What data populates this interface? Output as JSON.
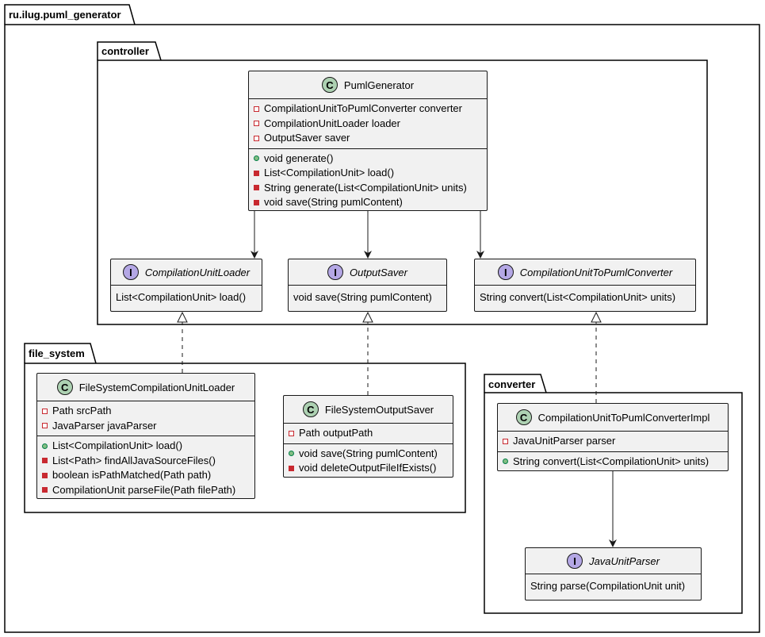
{
  "packages": {
    "root": "ru.ilug.puml_generator",
    "controller": "controller",
    "file_system": "file_system",
    "converter": "converter"
  },
  "classes": {
    "puml_generator": {
      "name": "PumlGenerator",
      "fields": [
        "CompilationUnitToPumlConverter converter",
        "CompilationUnitLoader loader",
        "OutputSaver saver"
      ],
      "methods": [
        {
          "vis": "public",
          "text": "void generate()"
        },
        {
          "vis": "private",
          "text": "List<CompilationUnit> load()"
        },
        {
          "vis": "private",
          "text": "String generate(List<CompilationUnit> units)"
        },
        {
          "vis": "private",
          "text": "void save(String pumlContent)"
        }
      ]
    },
    "compilation_unit_loader": {
      "name": "CompilationUnitLoader",
      "methods": [
        "List<CompilationUnit> load()"
      ]
    },
    "output_saver": {
      "name": "OutputSaver",
      "methods": [
        "void save(String pumlContent)"
      ]
    },
    "compilation_unit_to_puml_converter": {
      "name": "CompilationUnitToPumlConverter",
      "methods": [
        "String convert(List<CompilationUnit> units)"
      ]
    },
    "file_system_compilation_unit_loader": {
      "name": "FileSystemCompilationUnitLoader",
      "fields": [
        "Path srcPath",
        "JavaParser javaParser"
      ],
      "methods": [
        {
          "vis": "public",
          "text": "List<CompilationUnit> load()"
        },
        {
          "vis": "private",
          "text": "List<Path> findAllJavaSourceFiles()"
        },
        {
          "vis": "private",
          "text": "boolean isPathMatched(Path path)"
        },
        {
          "vis": "private",
          "text": "CompilationUnit parseFile(Path filePath)"
        }
      ]
    },
    "file_system_output_saver": {
      "name": "FileSystemOutputSaver",
      "fields": [
        "Path outputPath"
      ],
      "methods": [
        {
          "vis": "public",
          "text": "void save(String pumlContent)"
        },
        {
          "vis": "private",
          "text": "void deleteOutputFileIfExists()"
        }
      ]
    },
    "compilation_unit_to_puml_converter_impl": {
      "name": "CompilationUnitToPumlConverterImpl",
      "fields": [
        "JavaUnitParser parser"
      ],
      "methods": [
        {
          "vis": "public",
          "text": "String convert(List<CompilationUnit> units)"
        }
      ]
    },
    "java_unit_parser": {
      "name": "JavaUnitParser",
      "methods": [
        "String parse(CompilationUnit unit)"
      ]
    }
  },
  "badges": {
    "class": "C",
    "interface": "I"
  },
  "colors": {
    "class_badge": "#add1b2",
    "interface_badge": "#b4a7e5",
    "box_fill": "#f1f1f1",
    "private_visibility": "#c82930",
    "public_visibility": "#84be84"
  }
}
